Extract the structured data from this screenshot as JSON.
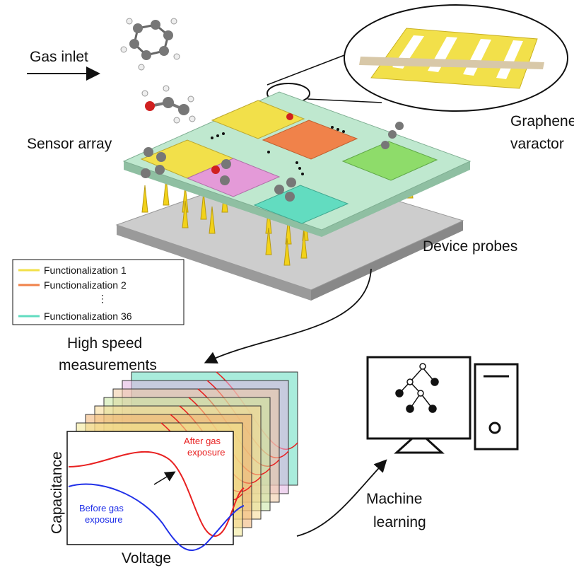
{
  "labels": {
    "gas_inlet": "Gas inlet",
    "sensor_array": "Sensor array",
    "graphene_varactor_1": "Graphene",
    "graphene_varactor_2": "varactor",
    "device_probes": "Device probes",
    "high_speed_1": "High speed",
    "high_speed_2": "measurements",
    "machine_learning_1": "Machine",
    "machine_learning_2": "learning"
  },
  "legend": {
    "items": [
      {
        "label": "Functionalization 1",
        "color": "#f2e04a"
      },
      {
        "label": "Functionalization 2",
        "color": "#f0824a"
      },
      {
        "label": "⋮",
        "color": ""
      },
      {
        "label": "Functionalization 36",
        "color": "#62dcc0"
      }
    ]
  },
  "plot": {
    "after_1": "After gas",
    "after_2": "exposure",
    "before_1": "Before gas",
    "before_2": "exposure",
    "ylabel": "Capacitance",
    "xlabel": "Voltage",
    "after_color": "#e82020",
    "before_color": "#2030e8"
  },
  "colors": {
    "board": "#bfe8cf",
    "base": "#c8c8c8",
    "probe": "#f2d21a",
    "pads": [
      "#f2e04a",
      "#f0824a",
      "#e49ad8",
      "#8edc6a",
      "#62dcc0"
    ]
  }
}
